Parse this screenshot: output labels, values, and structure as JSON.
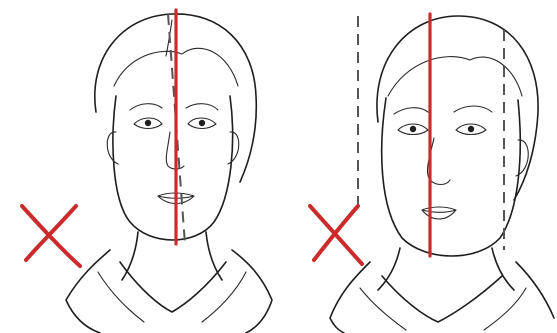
{
  "colors": {
    "background": "#ffffff",
    "ink": "#1e1e1e",
    "red_mark": "#cc2b2b",
    "dashed_line": "#555555"
  },
  "panels": [
    {
      "figure": "female-portrait-line-drawing",
      "marks": [
        "wrong-x-mark",
        "solid-red-vertical-line",
        "dashed-gray-vertical-line"
      ]
    },
    {
      "figure": "female-portrait-line-drawing",
      "marks": [
        "wrong-x-mark",
        "solid-red-vertical-line",
        "dashed-gray-vertical-line-left",
        "dashed-gray-vertical-line-right"
      ]
    }
  ]
}
